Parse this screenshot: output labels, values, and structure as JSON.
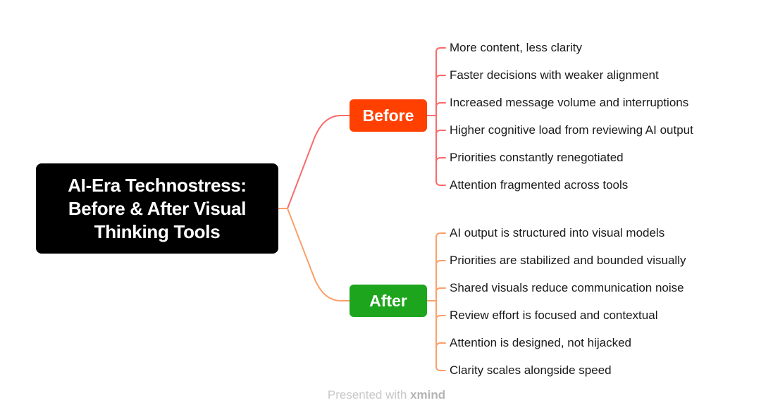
{
  "root": {
    "title_lines": [
      "AI-Era Technostress:",
      "Before & After Visual",
      "Thinking Tools"
    ],
    "color": "#000000"
  },
  "branches": [
    {
      "label": "Before",
      "color": "#FF4000",
      "line_color": "#F96B6B",
      "children": [
        "More content, less clarity",
        "Faster decisions with weaker alignment",
        "Increased message volume and interruptions",
        "Higher cognitive load from reviewing AI output",
        "Priorities constantly renegotiated",
        "Attention fragmented across tools"
      ]
    },
    {
      "label": "After",
      "color": "#1EA51E",
      "line_color": "#FBA06A",
      "children": [
        "AI output is structured into visual models",
        "Priorities are stabilized and bounded visually",
        "Shared visuals reduce communication noise",
        "Review effort is focused and contextual",
        "Attention is designed, not hijacked",
        "Clarity scales alongside speed"
      ]
    }
  ],
  "footer": {
    "prefix": "Presented with ",
    "brand": "xmind"
  }
}
